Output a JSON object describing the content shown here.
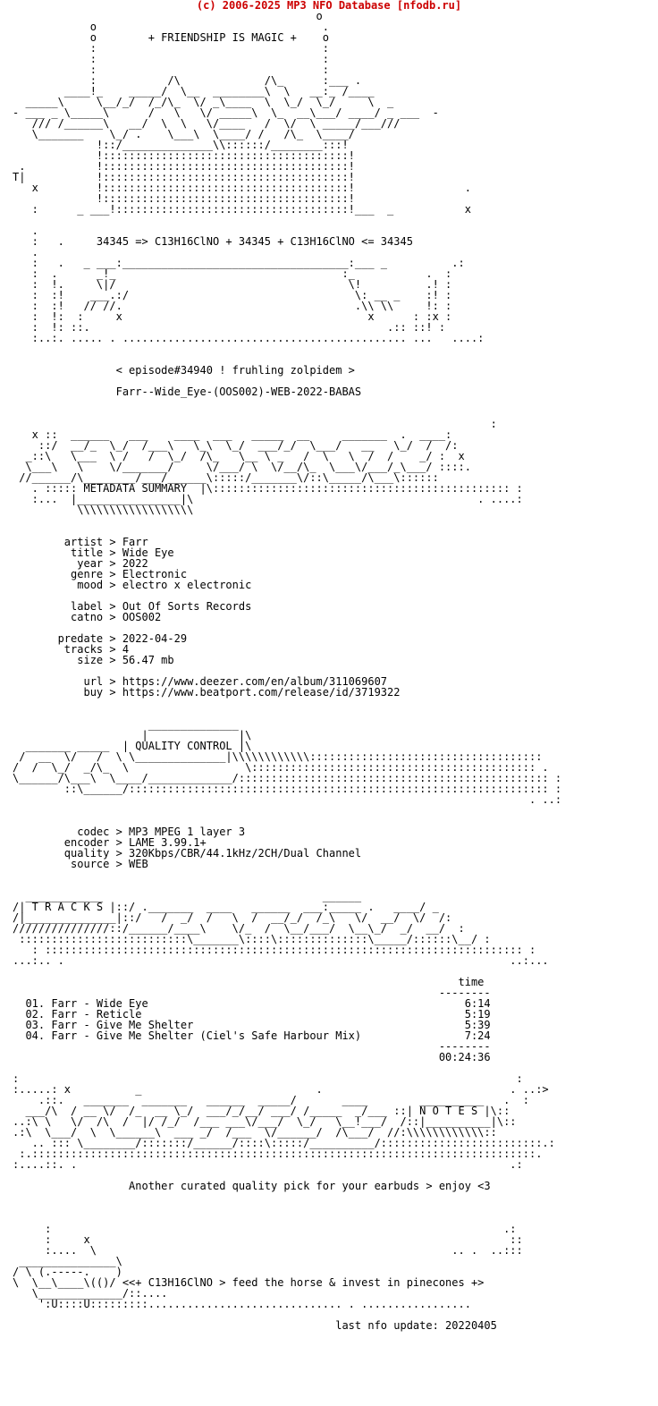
{
  "header": {
    "copyright": "(c) 2006-2025 MP3 NFO Database [nfodb.ru]"
  },
  "nfo": {
    "lines": [
      "                                               o",
      "            o                                   .",
      "            o        + FRIENDSHIP IS MAGIC +    o",
      "            :                                   :",
      "            :                                   :",
      "            :                                   :",
      "            :           /\\             /\\_      :___ .",
      "        ____!_    _____/  \\__  ________\\  \\   __:_ /____",
      "  _____\\     \\__/_/  /_/\\_  \\/ _\\____  \\  \\_/  \\_/     \\  _",
      "- ___ _ \\_____\\      /   \\   \\/ _____\\  \\_  __\\___/ ____/ _ ___  -",
      "   /// /______\\   __/  \\  \\   \\/____   /  \\/  \\ _____/___///",
      "   \\_______    \\_/ .    \\___\\  \\____/ /   /\\_  \\____/",
      "             !::/______________\\\\::::::/________:::!",
      "             !::::::::::::::::::::::::::::::::::::::!",
      " .           !::::::::::::::::::::::::::::::::::::::!",
      "T|           !::::::::::::::::::::::::::::::::::::::!",
      "   x         !::::::::::::::::::::::::::::::::::::::!                 .",
      "             !::::::::::::::::::::::::::::::::::::::!",
      "   :      _ ___!::::::::::::::::::::::::::::::::::::!___  _           x",
      "",
      "   .",
      "   :   .     34345 => C13H16ClNO + 34345 + C13H16ClNO <= 34345",
      "   .",
      "   :   .   _ ___:___________________________________:___ _          .:",
      "   :  .      _!_                                   :_           .  :",
      "   :  !.     \\|/                                    \\!          .! :",
      "   :  :!    ___.:/                                   \\: __ _    :! :",
      "   :  :!   // //.                                    .\\\\ \\\\     !: :",
      "   :  !:  :     x                                      x      : :x :",
      "   :  !: ::.                                              .:: ::! :",
      "   :..:. ..... . ............................................ ...   ....:",
      "",
      "",
      "                < episode#34940 ! fruhling zolpidem >",
      "",
      "                Farr--Wide_Eye-(OOS002)-WEB-2022-BABAS",
      "",
      "",
      "                                                                          :",
      "   x ::  ______   ___    ____  ___   _____  __     _______  .  ____:",
      "    ::/  __/_  \\_/  /___\\   \\_\\  \\_/  ___/_/  \\___/   __   \\_/  /  /:",
      "  _::\\   \\___  \\ /   /  \\_/  /\\_   \\__ \\ _   /  \\   \\  /  /    _/ :  x",
      "  \\___\\   \\    \\/_______/     \\/___/ \\  \\/__/\\_  \\___\\/___/_\\___/ ::::.",
      " //______/\\________/___/______\\:::::/_______\\/::\\_____/\\___\\::::::",
      "   . ::::: METADATA SUMMARY  |\\:::::::::::::::::::::::::::::::::::::::::::::: :",
      "   :...  |________________|\\                                            . ....:",
      "          \\\\\\\\\\\\\\\\\\\\\\\\\\\\\\\\\\\\",
      "",
      "",
      "        artist > Farr",
      "         title > Wide Eye",
      "          year > 2022",
      "         genre > Electronic",
      "          mood > electro x electronic",
      "",
      "         label > Out Of Sorts Records",
      "         catno > OOS002",
      "",
      "       predate > 2022-04-29",
      "        tracks > 4",
      "          size > 56.47 mb",
      "",
      "           url > https://www.deezer.com/en/album/311069607",
      "           buy > https://www.beatport.com/release/id/3719322",
      "",
      "",
      "                     ______________",
      "                    |              |\\",
      "  _______ _____  | QUALITY CONTROL |\\",
      " /  __  \\/   /  \\ \\______________|\\\\\\\\\\\\\\\\\\\\\\\\::::::::::::::::::::::::::::::::::::",
      "/  /  \\_/  _/\\_  \\                  \\:::::::::::::::::::::::::::::::::::::::::::: .",
      "\\______/\\___\\  \\____/_____________/:::::::::::::::::::::::::::::::::::::::::::::::: :",
      "        ::\\______/::::::::::::::::::::::::::::::::::::::::::::::::::::::::::::::::: :",
      "                                                                                . ..:",
      "",
      "",
      "          codec > MP3 MPEG 1 layer 3",
      "        encoder > LAME 3.99.1+",
      "        quality > 320Kbps/CBR/44.1kHz/2CH/Dual Channel",
      "         source > WEB",
      "",
      "",
      "  ____________                                  ______ ",
      "/| T R A C K S |::/ ._______  ____   ______  ___:_____ .   ____/ _",
      "/|______________|::/   /  _/  /   \\  /  __/_/  /_\\   \\/  __/  \\/  /:",
      "///////////////::/______/____\\    \\/_  /  \\__/___/  \\__\\_/  _/  __/  :",
      " ::::::::::::::::::::::::::\\_______\\::::\\::::::::::::::\\_____/::::::\\__/ :",
      "   : :::::::::::::::::::::::::::::::::::::::::::::::::::::::::::::::::::::::::: :",
      "...:.. .                                                                     ..:...",
      "",
      "                                                                     time",
      "                                                                  --------",
      "  01. Farr - Wide Eye                                                 6:14",
      "  02. Farr - Reticle                                                  5:19",
      "  03. Farr - Give Me Shelter                                          5:39",
      "  04. Farr - Give Me Shelter (Ciel's Safe Harbour Mix)                7:24",
      "                                                                  --------",
      "                                                                  00:24:36",
      "",
      ":                                                                             :",
      ":.....: x          _                           .                             . ..:>",
      "    .::.   _______  _______   ______  _____/       ____        __________   .  :",
      "  ___/\\  / __ \\/  /_  __ \\_/  ___/_/__/ ___/ /_____  _/___ ::| N O T E S |\\::",
      "..:\\ \\   \\/  /\\  /  |/ /_/  /___ ___\\/___/  \\_/   \\__!___/  /::|__________|\\::",
      ".:\\  \\___/  \\  \\______\\  ___ _/  /___  \\/______/  /\\___/  //:\\\\\\\\\\\\\\\\\\\\\\\\::",
      "   .. ::: \\________/:::::::/______/::::\\:::::/__________/:::::::::::::::::::::::::.:",
      " :.::::::::::::::::::::::::::::::::::::::::::::::::::::::::::::::::::::::::::::::.",
      ":....::. .                                                                   .:",
      "",
      "                  Another curated quality pick for your earbuds > enjoy <3",
      "",
      "",
      "",
      "     :                                                                      .:",
      "     :     x                                                                 ::",
      "     :....  \\                                                       .. .  ..:::",
      " _______________\\",
      "/ \\ (.-----.    )",
      "\\  \\__\\____\\(()/ <<+ C13H16ClNO > feed the horse & invest in pinecones +>",
      "   \\_____________/::....",
      "    ':U::::U:::::::::.............................. . .................",
      "",
      "                                                  last nfo update: 20220405"
    ]
  }
}
